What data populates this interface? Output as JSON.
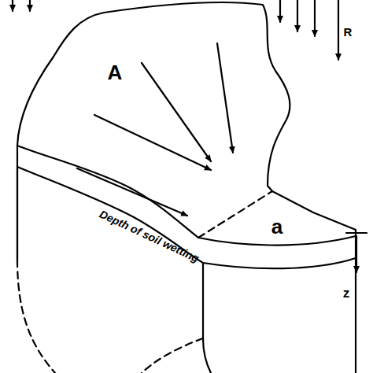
{
  "diagram": {
    "labels": [
      "A",
      "R",
      "a",
      "Depth of soil wetting",
      "z"
    ]
  }
}
